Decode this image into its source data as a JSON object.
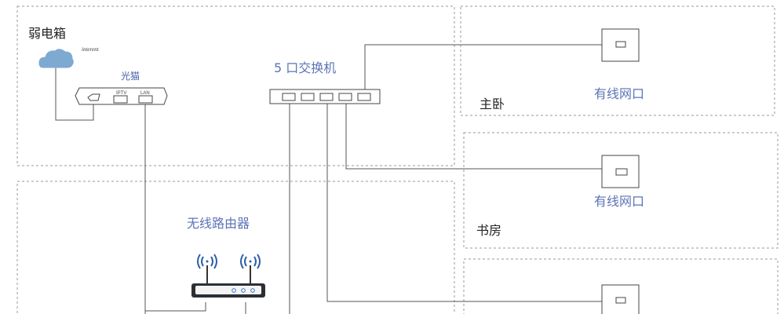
{
  "regions": {
    "weak_box": "弱电箱",
    "master_bedroom": "主卧",
    "study": "书房"
  },
  "devices": {
    "internet_label": "interent",
    "modem_label": "光猫",
    "modem_port_iptv": "IPTV",
    "modem_port_lan": "LAN",
    "switch_label": "5 口交换机",
    "router_label": "无线路由器",
    "wall_port_label": "有线网口"
  },
  "colors": {
    "accent_blue": "#5b74b6",
    "cloud_blue": "#7ea9d1",
    "line_gray": "#555555"
  }
}
